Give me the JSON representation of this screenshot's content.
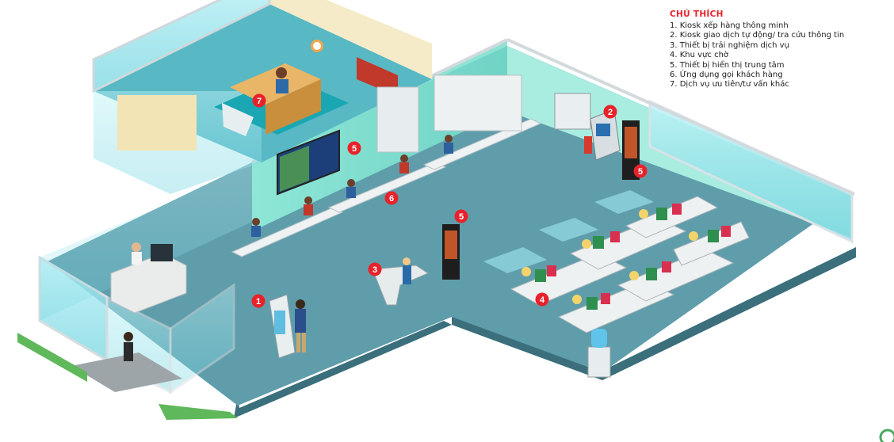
{
  "legend": {
    "title": "CHÚ THÍCH",
    "items": [
      "1. Kiosk xếp hàng thông minh",
      "2. Kiosk giao dịch tự động/ tra cứu thông tin",
      "3. Thiết bị trải nghiệm dịch vụ",
      "4. Khu vực chờ",
      "5. Thiết bị hiển thị trung tâm",
      "6. Ứng dụng gọi khách hàng",
      "7. Dịch vụ ưu tiên/tư vấn khác"
    ]
  },
  "markers": [
    {
      "id": "1"
    },
    {
      "id": "2"
    },
    {
      "id": "3"
    },
    {
      "id": "4"
    },
    {
      "id": "5"
    },
    {
      "id": "5"
    },
    {
      "id": "5"
    },
    {
      "id": "6"
    },
    {
      "id": "7"
    }
  ],
  "colors": {
    "floor": "#5f9dab",
    "wall": "#8fe3d4",
    "marker": "#e8222a",
    "legend_title": "#e8222a",
    "grass": "#5fb85a"
  }
}
